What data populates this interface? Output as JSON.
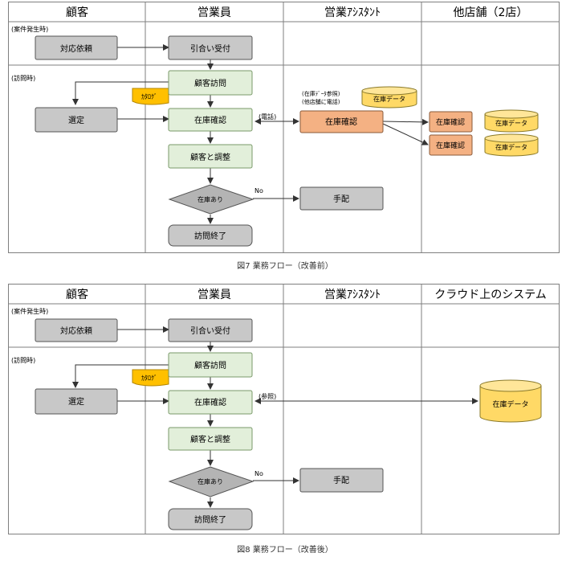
{
  "figure7": {
    "caption": "図7 業務フロー（改善前）",
    "lanes": [
      "顧客",
      "営業員",
      "営業ｱｼｽﾀﾝﾄ",
      "他店舗（2店）"
    ],
    "phase1": "(案件発生時)",
    "phase2": "(訪問時)",
    "nodes": {
      "request": "対応依頼",
      "receive": "引合い受付",
      "visit": "顧客訪問",
      "select": "選定",
      "stock_check": "在庫確認",
      "adjust": "顧客と調整",
      "decision": "在庫あり",
      "no_label": "No",
      "arrange": "手配",
      "visit_end": "訪問終了",
      "catalog": "ｶﾀﾛｸﾞ",
      "call_label": "(電話)",
      "assistant_check": "在庫確認",
      "assistant_note1": "(在庫ﾃﾞｰﾀ参照)",
      "assistant_note2": "(他店舗に電話)",
      "assistant_db": "在庫データ",
      "store_check_1": "在庫確認",
      "store_check_2": "在庫確認",
      "store_db_1": "在庫データ",
      "store_db_2": "在庫データ"
    }
  },
  "figure8": {
    "caption": "図8 業務フロー（改善後）",
    "lanes": [
      "顧客",
      "営業員",
      "営業ｱｼｽﾀﾝﾄ",
      "クラウド上のシステム"
    ],
    "phase1": "(案件発生時)",
    "phase2": "(訪問時)",
    "nodes": {
      "request": "対応依頼",
      "receive": "引合い受付",
      "visit": "顧客訪問",
      "select": "選定",
      "stock_check": "在庫確認",
      "adjust": "顧客と調整",
      "decision": "在庫あり",
      "no_label": "No",
      "arrange": "手配",
      "visit_end": "訪問終了",
      "catalog": "ｶﾀﾛｸﾞ",
      "ref_label": "(参照)",
      "cloud_db": "在庫データ"
    }
  },
  "colors": {
    "gray_box": "#c8c8c8",
    "green_box": "#e2efda",
    "orange_box": "#f4b183",
    "db_yellow": "#ffd966",
    "catalog_yellow": "#ffc000",
    "lane_line": "#7f7f7f",
    "arrow": "#333333"
  }
}
